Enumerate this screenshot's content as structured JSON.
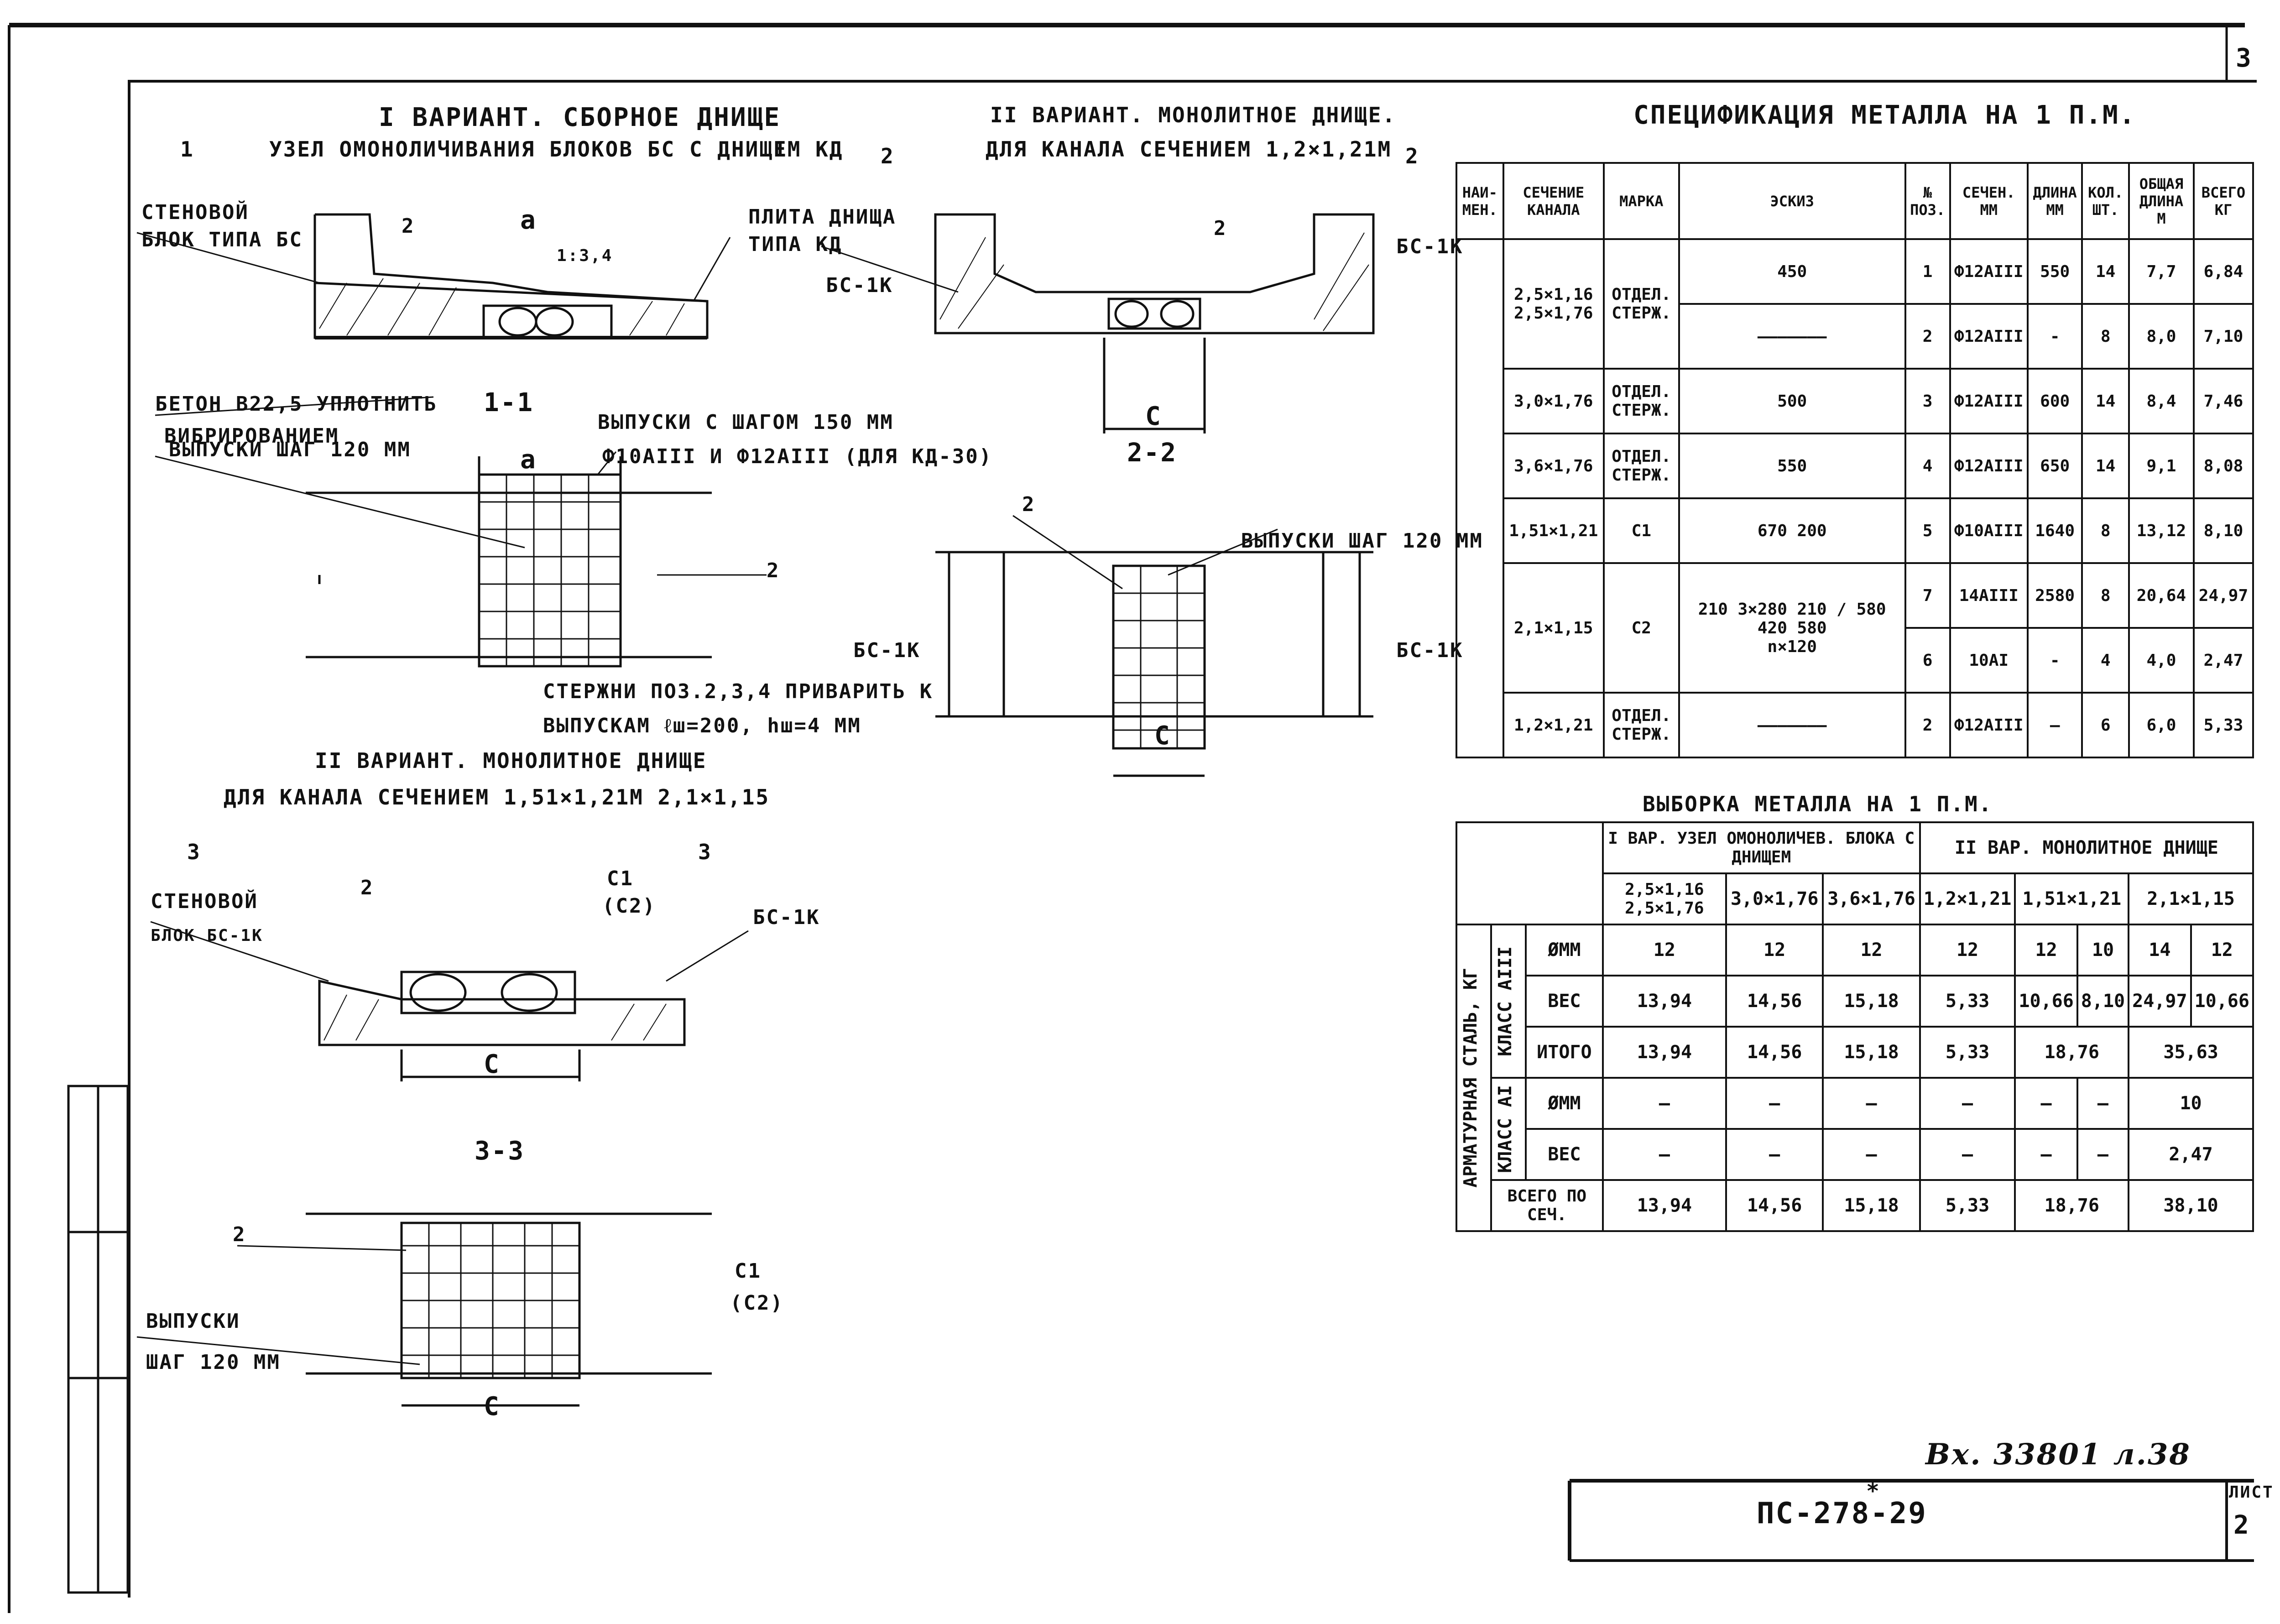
{
  "page_number_corner": "3",
  "variant1": {
    "title": "I ВАРИАНТ. СБОРНОЕ ДНИЩЕ",
    "subtitle": "УЗЕЛ ОМОНОЛИЧИВАНИЯ БЛОКОВ БС С ДНИЩЕМ КД",
    "cut_mark": "1",
    "label_wall_block_1": "СТЕНОВОЙ",
    "label_wall_block_2": "БЛОК ТИПА БС",
    "label_slab_1": "ПЛИТА ДНИЩА",
    "label_slab_2": "ТИПА КД",
    "label_a": "a",
    "label_2": "2",
    "label_slope": "1:3,4",
    "label_concrete_1": "БЕТОН В22,5 УПЛОТНИТЬ",
    "label_concrete_2": "ВИБРИРОВАНИЕМ",
    "section_11": "1-1",
    "label_releases": "ВЫПУСКИ ШАГ 120 ММ",
    "label_releases_150_1": "ВЫПУСКИ С ШАГОМ 150 ММ",
    "label_releases_150_2": "Ф10АIII И Ф12АIII (ДЛЯ КД-30)",
    "label_weld_1": "СТЕРЖНИ ПОЗ.2,3,4 ПРИВАРИТЬ К",
    "label_weld_2": "ВЫПУСКАМ ℓш=200, hш=4 ММ"
  },
  "variant2a": {
    "title": "II ВАРИАНТ. МОНОЛИТНОЕ ДНИЩЕ.",
    "subtitle": "ДЛЯ КАНАЛА СЕЧЕНИЕМ 1,2×1,21М",
    "cut_mark": "2",
    "label_bs": "БС-1К",
    "label_c": "C",
    "section_22": "2-2",
    "label_releases": "ВЫПУСКИ ШАГ 120 ММ"
  },
  "variant2b": {
    "title": "II ВАРИАНТ. МОНОЛИТНОЕ ДНИЩЕ",
    "subtitle": "ДЛЯ КАНАЛА СЕЧЕНИЕМ 1,51×1,21М  2,1×1,15",
    "cut_mark": "3",
    "label_wall_1": "СТЕНОВОЙ",
    "label_wall_2": "БЛОК БС-1К",
    "label_c1": "C1",
    "label_c2": "(C2)",
    "label_bs": "БС-1К",
    "section_33": "3-3",
    "label_releases_1": "ВЫПУСКИ",
    "label_releases_2": "ШАГ 120 ММ"
  },
  "spec": {
    "title": "СПЕЦИФИКАЦИЯ МЕТАЛЛА НА 1 П.М.",
    "headers": [
      "НАИ-МЕН.",
      "СЕЧЕНИЕ КАНАЛА",
      "МАРКА",
      "ЭСКИЗ",
      "№ ПОЗ.",
      "СЕЧЕН. ММ",
      "ДЛИНА ММ",
      "КОЛ. ШТ.",
      "ОБЩАЯ ДЛИНА М",
      "ВСЕГО КГ"
    ],
    "rows": [
      {
        "section": "2,5×1,16",
        "mark": "ОТДЕЛ.",
        "sketch": "450",
        "pos": "1",
        "dia": "Ф12АIII",
        "len": "550",
        "qty": "14",
        "total_len": "7,7",
        "mass": "6,84"
      },
      {
        "section": "2,5×1,76",
        "mark": "СТЕРЖ.",
        "sketch": "",
        "pos": "2",
        "dia": "Ф12АIII",
        "len": "-",
        "qty": "8",
        "total_len": "8,0",
        "mass": "7,10"
      },
      {
        "section": "3,0×1,76",
        "mark": "ОТДЕЛ. СТЕРЖ.",
        "sketch": "500",
        "pos": "3",
        "dia": "Ф12АIII",
        "len": "600",
        "qty": "14",
        "total_len": "8,4",
        "mass": "7,46"
      },
      {
        "section": "3,6×1,76",
        "mark": "ОТДЕЛ. СТЕРЖ.",
        "sketch": "550",
        "pos": "4",
        "dia": "Ф12АIII",
        "len": "650",
        "qty": "14",
        "total_len": "9,1",
        "mass": "8,08"
      },
      {
        "section": "1,51×1,21",
        "mark": "С1",
        "sketch": "670  200",
        "pos": "5",
        "dia": "Ф10АIII",
        "len": "1640",
        "qty": "8",
        "total_len": "13,12",
        "mass": "8,10"
      },
      {
        "section": "2,1×1,15",
        "mark": "С2",
        "sketch": "210 3×280 210 / 580 420 580",
        "pos": "7",
        "dia": "14АIII",
        "len": "2580",
        "qty": "8",
        "total_len": "20,64",
        "mass": "24,97"
      },
      {
        "section": "",
        "mark": "",
        "sketch": "n×120",
        "pos": "6",
        "dia": "10АI",
        "len": "-",
        "qty": "4",
        "total_len": "4,0",
        "mass": "2,47"
      },
      {
        "section": "1,2×1,21",
        "mark": "ОТДЕЛ. СТЕРЖ.",
        "sketch": "",
        "pos": "2",
        "dia": "Ф12АIII",
        "len": "—",
        "qty": "6",
        "total_len": "6,0",
        "mass": "5,33"
      }
    ]
  },
  "selection": {
    "title": "ВЫБОРКА МЕТАЛЛА НА 1 П.М.",
    "side_label": "АРМАТУРНАЯ СТАЛЬ, КГ",
    "group1": "I ВАР. УЗЕЛ ОМОНОЛИЧЕВ. БЛОКА С ДНИЩЕМ",
    "group2": "II ВАР. МОНОЛИТНОЕ ДНИЩЕ",
    "sections": [
      "2,5×1,16 2,5×1,76",
      "3,0×1,76",
      "3,6×1,76",
      "1,2×1,21",
      "1,51×1,21",
      "2,1×1,15"
    ],
    "class3": "КЛАСС АIII",
    "class1": "КЛАСС АI",
    "row_dia_label": "ØММ",
    "row_mass_label": "ВЕС",
    "row_total_label": "ИТОГО",
    "row_all_label": "ВСЕГО ПО СЕЧ.",
    "dia3": [
      "12",
      "12",
      "12",
      "12",
      "12",
      "10",
      "14",
      "12"
    ],
    "mass3": [
      "13,94",
      "14,56",
      "15,18",
      "5,33",
      "10,66",
      "8,10",
      "24,97",
      "10,66"
    ],
    "total3": [
      "13,94",
      "14,56",
      "15,18",
      "5,33",
      "18,76",
      "35,63"
    ],
    "dia1": [
      "—",
      "—",
      "—",
      "—",
      "—",
      "—",
      "10"
    ],
    "mass1": [
      "—",
      "—",
      "—",
      "—",
      "—",
      "—",
      "2,47"
    ],
    "all": [
      "13,94",
      "14,56",
      "15,18",
      "5,33",
      "18,76",
      "38,10"
    ]
  },
  "stamp": {
    "code": "ПС-278-29",
    "star": "*",
    "inv": "Вх. 33801 л.38",
    "sheet_label": "ЛИСТ",
    "sheet_no": "2"
  }
}
